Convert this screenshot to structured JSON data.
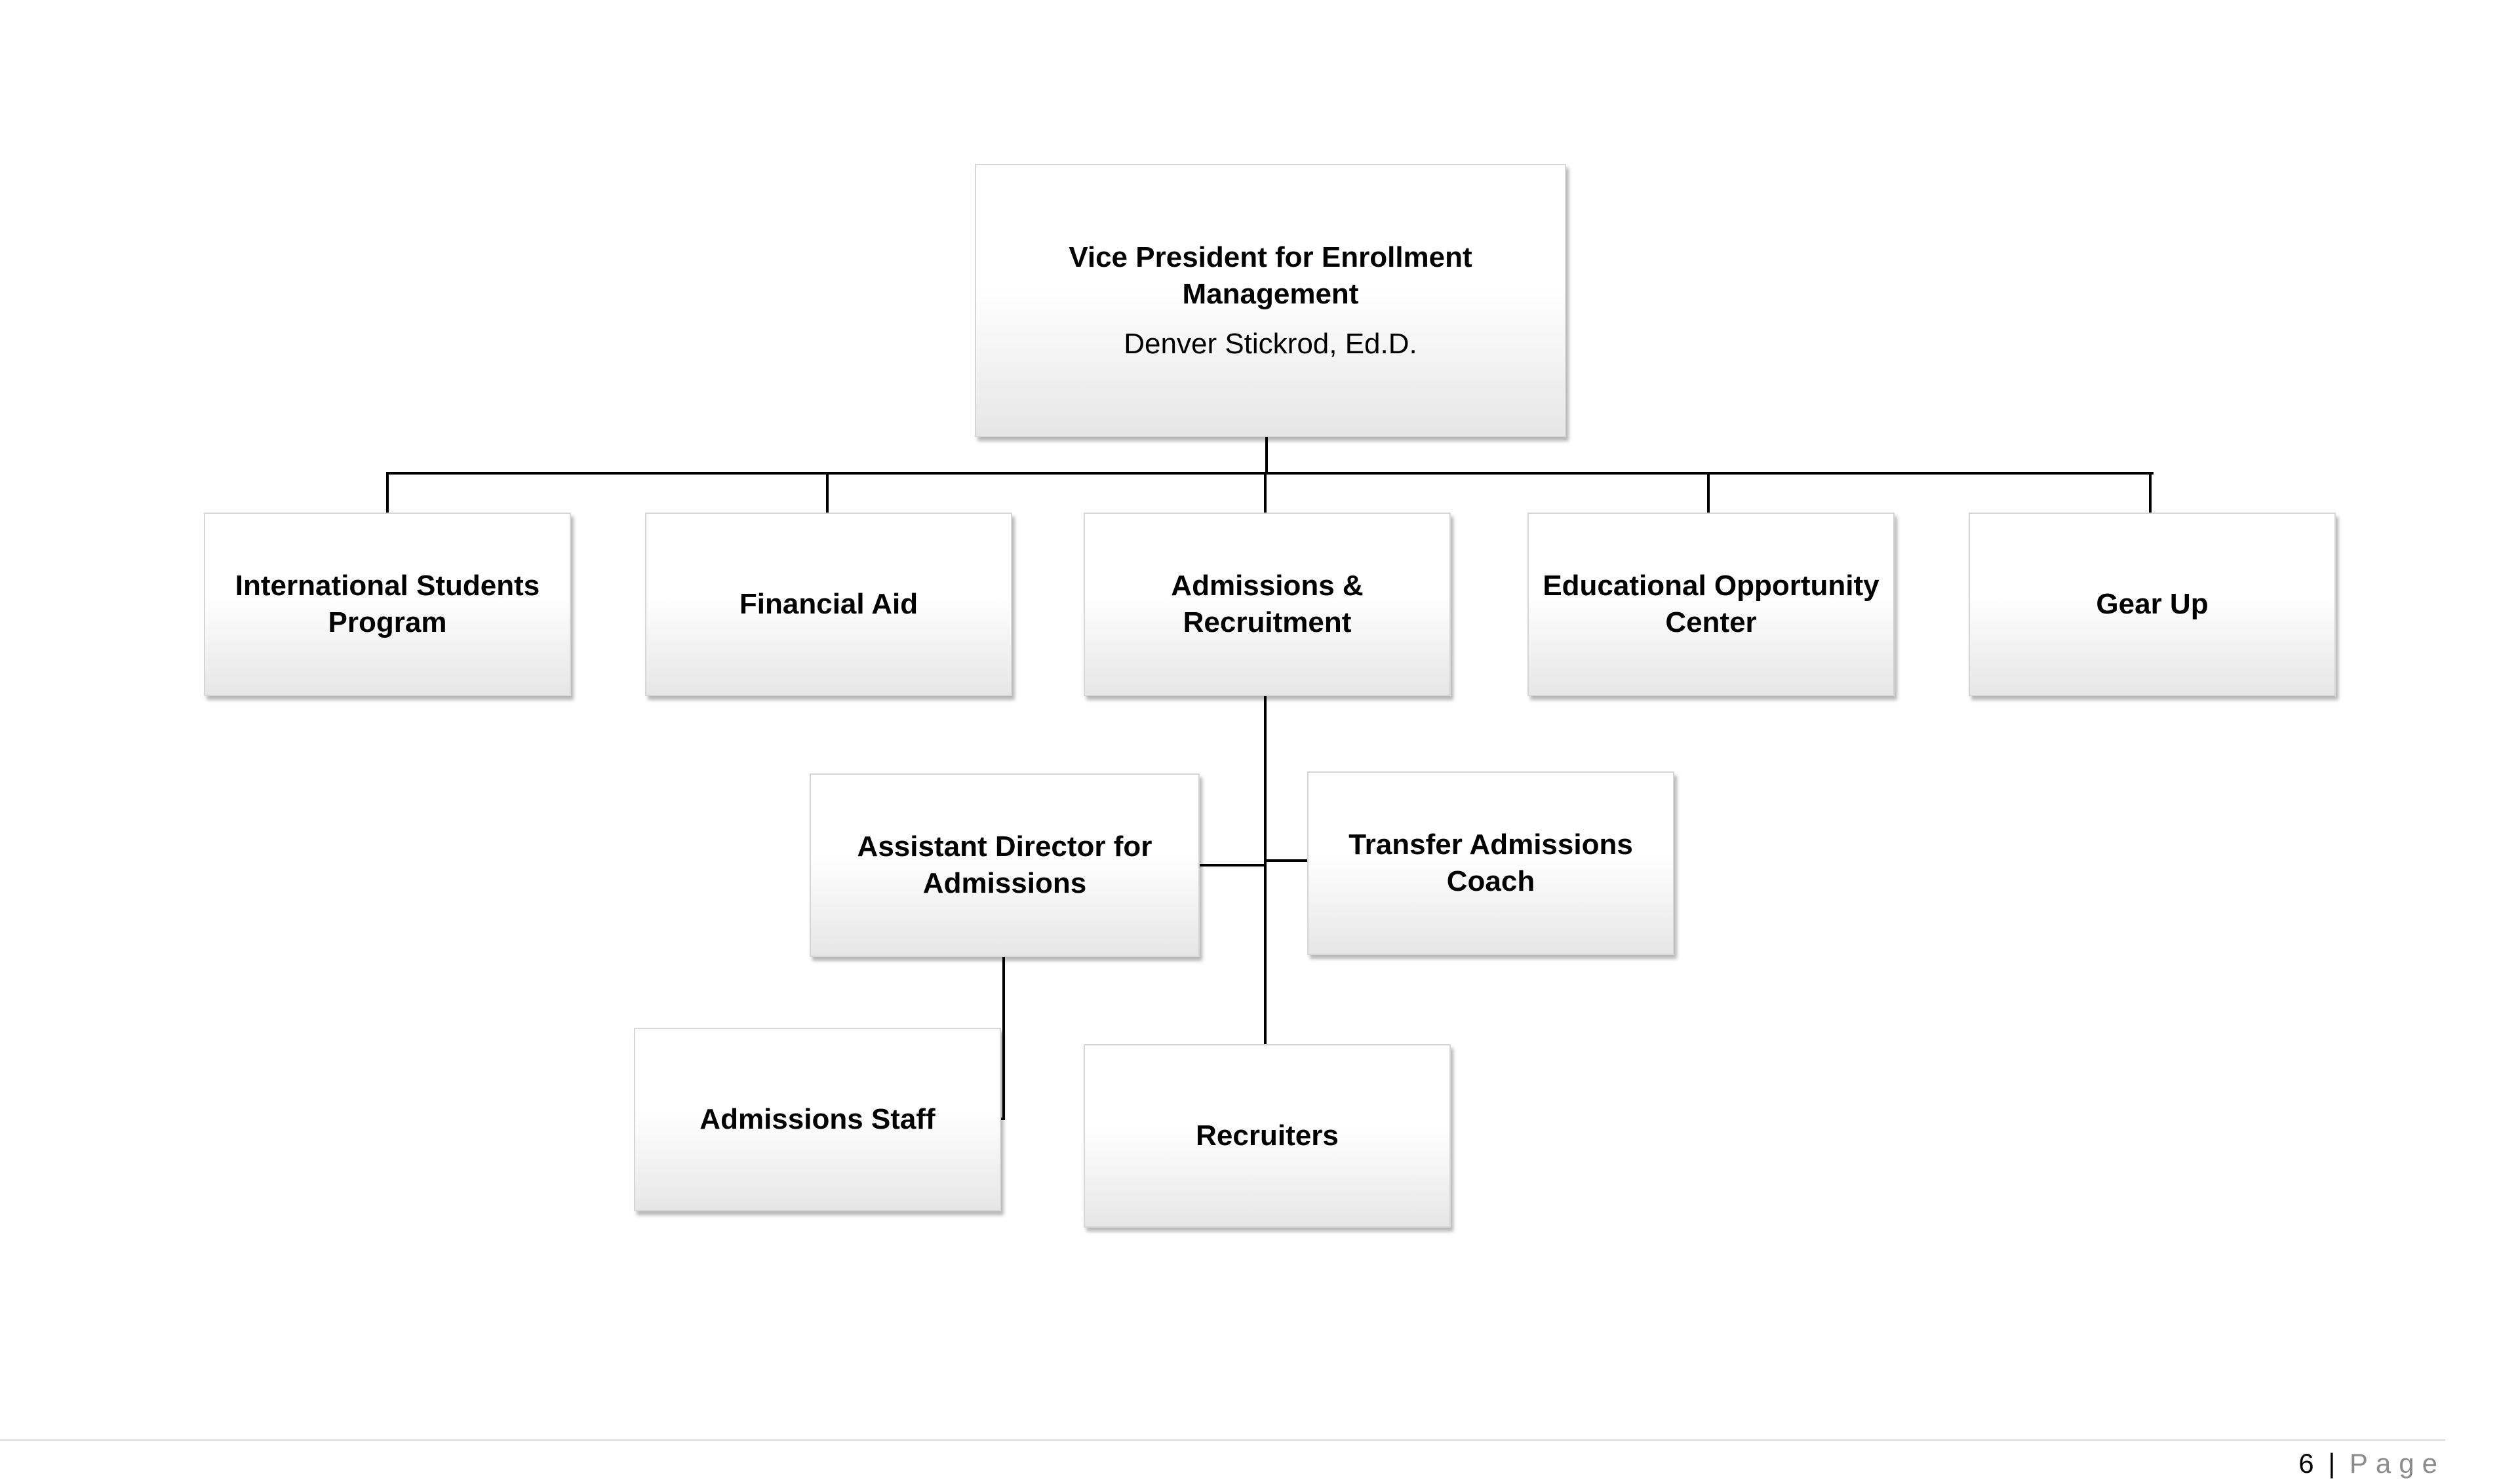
{
  "org_chart": {
    "head": {
      "title": "Vice President for Enrollment Management",
      "name": "Denver Stickrod, Ed.D."
    },
    "departments": [
      {
        "label": "International Students Program"
      },
      {
        "label": "Financial Aid"
      },
      {
        "label": "Admissions & Recruitment"
      },
      {
        "label": "Educational Opportunity Center"
      },
      {
        "label": "Gear Up"
      }
    ],
    "admissions_children": [
      {
        "label": "Assistant Director for Admissions"
      },
      {
        "label": "Transfer Admissions Coach"
      },
      {
        "label": "Recruiters"
      }
    ],
    "assistant_director_children": [
      {
        "label": "Admissions Staff"
      }
    ],
    "line_color": "#000000",
    "box_border_color": "#d6d6d6"
  },
  "footer": {
    "page_number": "6",
    "separator": "|",
    "page_label": "Page"
  }
}
